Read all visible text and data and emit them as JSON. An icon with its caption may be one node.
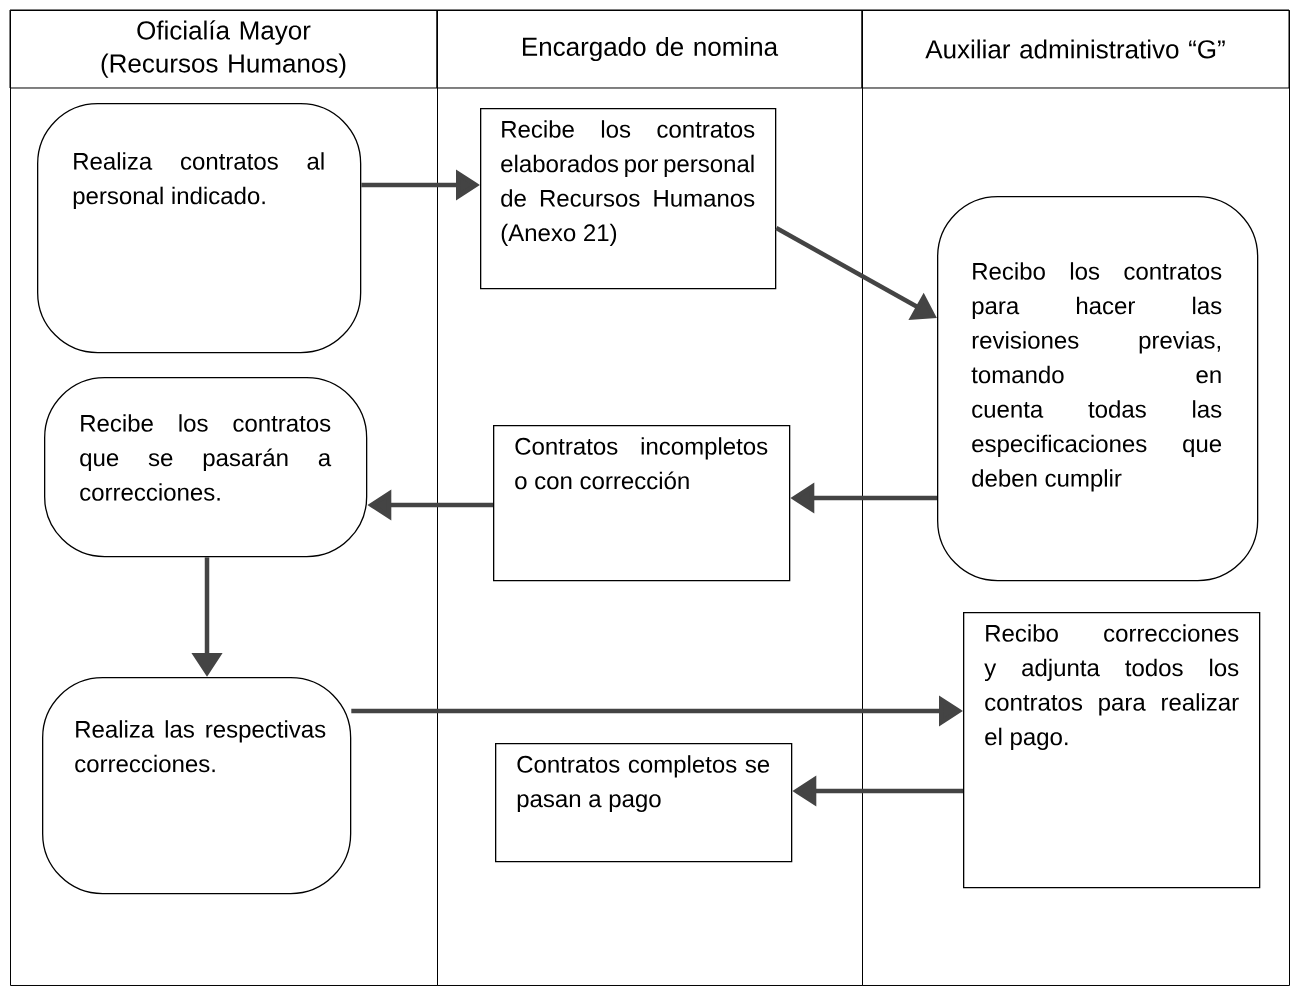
{
  "diagram": {
    "nodes": [
      {
        "text": [
          "Oficialía Mayor (Recursos Humanos)"
        ]
      },
      {
        "text": [
          "Encargado de nomina"
        ]
      },
      {
        "text": [
          "Auxiliar administrativo “G”"
        ]
      },
      {
        "text": [
          "Realiza contratos al personal indicado."
        ],
        "in": 0
      },
      {
        "text": [
          "Recibe los contratos elaborados por personal de Recursos Humanos (Anexo 21)"
        ],
        "in": 1
      },
      {
        "text": [
          "Recibo los contratos para hacer las revisiones previas, tomando en cuenta todas las especificaciones que deben cumplir"
        ],
        "in": 2
      },
      {
        "text": [
          "Contratos incompletos o con corrección"
        ],
        "in": 1
      },
      {
        "text": [
          "Recibe los contratos que se pasarán a correcciones."
        ],
        "in": 0
      },
      {
        "text": [
          "Realiza las respectivas correcciones."
        ],
        "in": 0
      },
      {
        "text": [
          "Recibo correcciones y adjunta todos los contratos para realizar el pago."
        ],
        "in": 2
      },
      {
        "text": [
          "Contratos completos se pasan a pago"
        ],
        "in": 1
      }
    ],
    "edges": [
      {
        "from": 3,
        "to": 4,
        "arrow": "to"
      },
      {
        "from": 4,
        "to": 5,
        "arrow": "to"
      },
      {
        "from": 5,
        "to": 6,
        "arrow": "to"
      },
      {
        "from": 6,
        "to": 7,
        "arrow": "to"
      },
      {
        "from": 7,
        "to": 8,
        "arrow": "to"
      },
      {
        "from": 8,
        "to": 9,
        "arrow": "to"
      },
      {
        "from": 9,
        "to": 10,
        "arrow": "to"
      }
    ]
  }
}
